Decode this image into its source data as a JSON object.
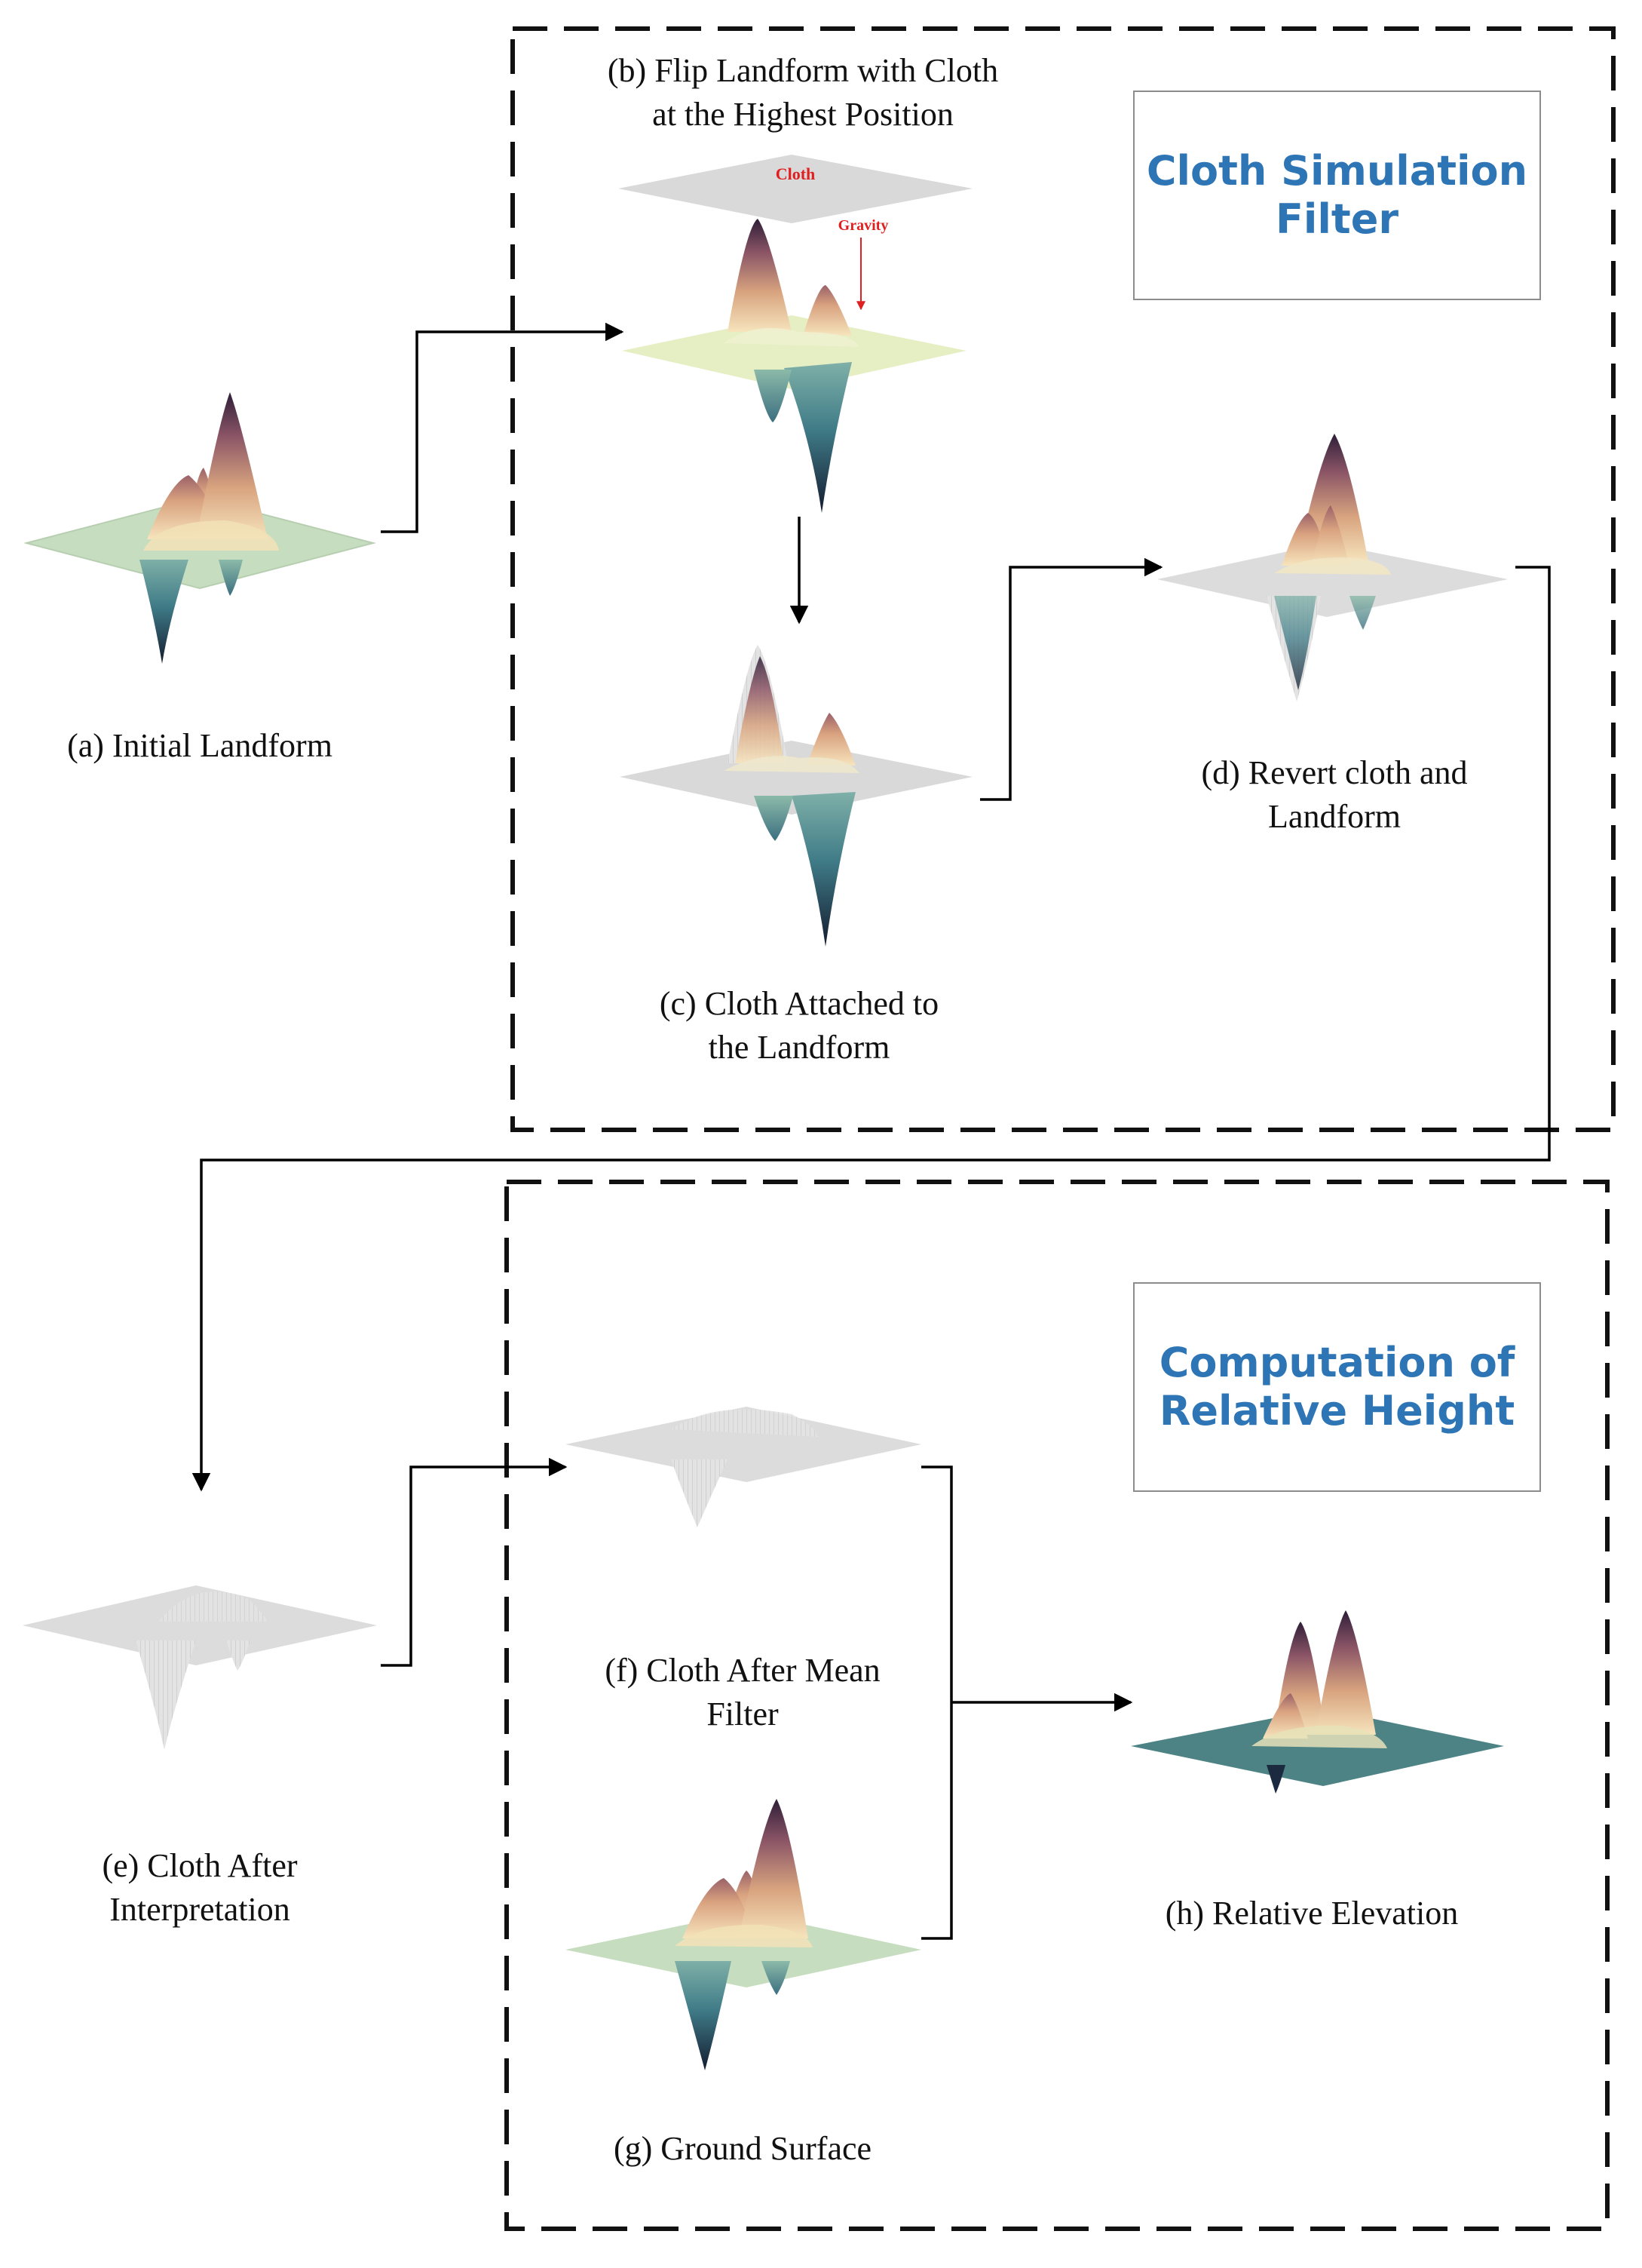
{
  "panels": {
    "a": {
      "caption": [
        "(a) Initial Landform"
      ]
    },
    "b": {
      "caption": [
        "(b) Flip Landform with Cloth",
        "at the Highest Position"
      ],
      "cloth_label": "Cloth",
      "gravity_label": "Gravity"
    },
    "c": {
      "caption": [
        "(c) Cloth Attached to",
        "the Landform"
      ]
    },
    "d": {
      "caption": [
        "(d) Revert cloth and",
        "Landform"
      ]
    },
    "e": {
      "caption": [
        "(e) Cloth After",
        "Interpretation"
      ]
    },
    "f": {
      "caption": [
        "(f) Cloth After Mean",
        "Filter"
      ]
    },
    "g": {
      "caption": [
        "(g) Ground Surface"
      ]
    },
    "h": {
      "caption": [
        "(h) Relative Elevation"
      ]
    }
  },
  "groups": {
    "csf": {
      "title": [
        "Cloth Simulation",
        "Filter"
      ]
    },
    "relative": {
      "title": [
        "Computation of",
        "Relative Height"
      ]
    }
  },
  "colors": {
    "title_text": "#2e75b6",
    "peak_dark": "#3b2440",
    "peak_mid": "#a86a6f",
    "peak_light": "#f3d6b4",
    "pit_dark": "#1c2a40",
    "pit_mid": "#3f7b87",
    "plane_green": "#c6ddc0",
    "plane_yellow": "#e6eec4",
    "plane_gray": "#dcdcdc",
    "plane_teal": "#4d8385",
    "annotation_red": "#e02020"
  }
}
